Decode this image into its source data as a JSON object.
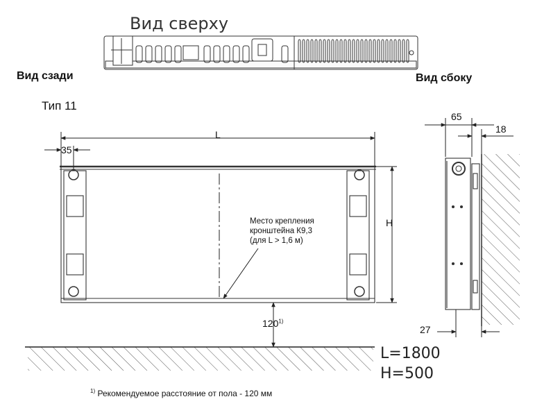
{
  "labels": {
    "top_view": "Вид сверху",
    "back_view": "Вид сзади",
    "side_view": "Вид сбоку",
    "type": "Тип 11"
  },
  "dimensions": {
    "length": "L",
    "height": "H",
    "bracket_offset": "35",
    "floor_gap": "120",
    "floor_gap_note_mark": "1)",
    "side_depth": "65",
    "wall_offset": "18",
    "bottom_offset": "27"
  },
  "annotation": {
    "bracket_note": "Место крепления\nкронштейна К9,3\n(для L > 1,6 м)"
  },
  "specs": {
    "length_value": "L=1800",
    "height_value": "H=500"
  },
  "footnote": {
    "mark": "1)",
    "text": "Рекомендуемое расстояние от пола - 120 мм"
  }
}
